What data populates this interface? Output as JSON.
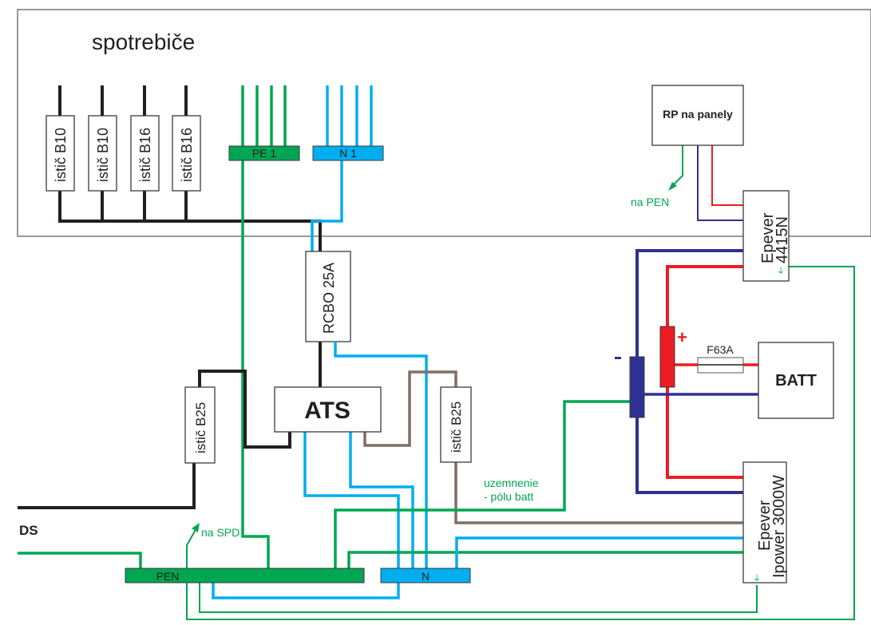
{
  "title": "spotrebiče",
  "colors": {
    "phase": "#231f20",
    "pe": "#00a651",
    "neutral": "#00aeef",
    "brown": "#7f6f66",
    "dc_pos": "#ed1c24",
    "dc_neg": "#2e3192",
    "box_stroke": "#3a3a3a"
  },
  "breakers": [
    {
      "label": "istič B10"
    },
    {
      "label": "istič B10"
    },
    {
      "label": "istič B16"
    },
    {
      "label": "istič B16"
    }
  ],
  "busbars": {
    "pe1": "PE 1",
    "n1": "N 1",
    "pen": "PEN",
    "n": "N"
  },
  "rcbo": "RCBO 25A",
  "ats": "ATS",
  "breaker_grid": "istič B25",
  "breaker_inverter": "istič B25",
  "rp": "RP na panely",
  "rp_pen_note": "na PEN",
  "charger": {
    "line1": "Epever",
    "line2": "4415N"
  },
  "inverter": {
    "line1": "Epever",
    "line2": "Ipower 3000W"
  },
  "battery": "BATT",
  "fuse": "F63A",
  "plus_sign": "+",
  "minus_sign": "-",
  "ground_note": {
    "line1": "uzemnenie",
    "line2": "- pólu batt"
  },
  "ds_label": "DS",
  "spd_note": "na SPD",
  "ground_symbol": "⏚"
}
